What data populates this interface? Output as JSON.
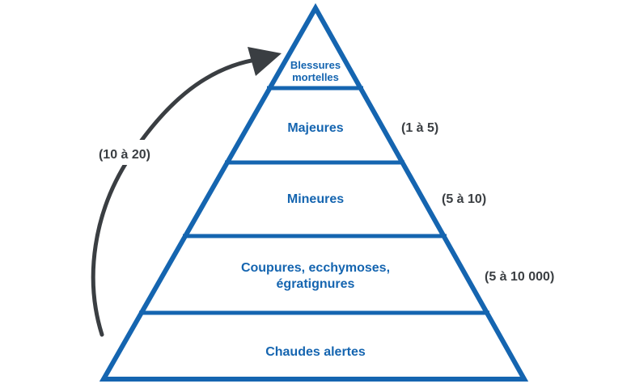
{
  "diagram": {
    "type": "pyramid",
    "layers": [
      {
        "label": "Blessures mortelles",
        "line1": "Blessures",
        "line2": "mortelles",
        "range": ""
      },
      {
        "label": "Majeures",
        "range": "(1 à 5)"
      },
      {
        "label": "Mineures",
        "range": "(5 à 10)"
      },
      {
        "label": "Coupures, ecchymoses, égratignures",
        "line1": "Coupures, ecchymoses,",
        "line2": "égratignures",
        "range": "(5 à 10 000)"
      },
      {
        "label": "Chaudes alertes",
        "range": ""
      }
    ],
    "arrow_annotation": "(10 à 20)",
    "colors": {
      "pyramid_blue": "#1565b0",
      "annotation_dark": "#3a3e42",
      "background": "#ffffff"
    }
  }
}
